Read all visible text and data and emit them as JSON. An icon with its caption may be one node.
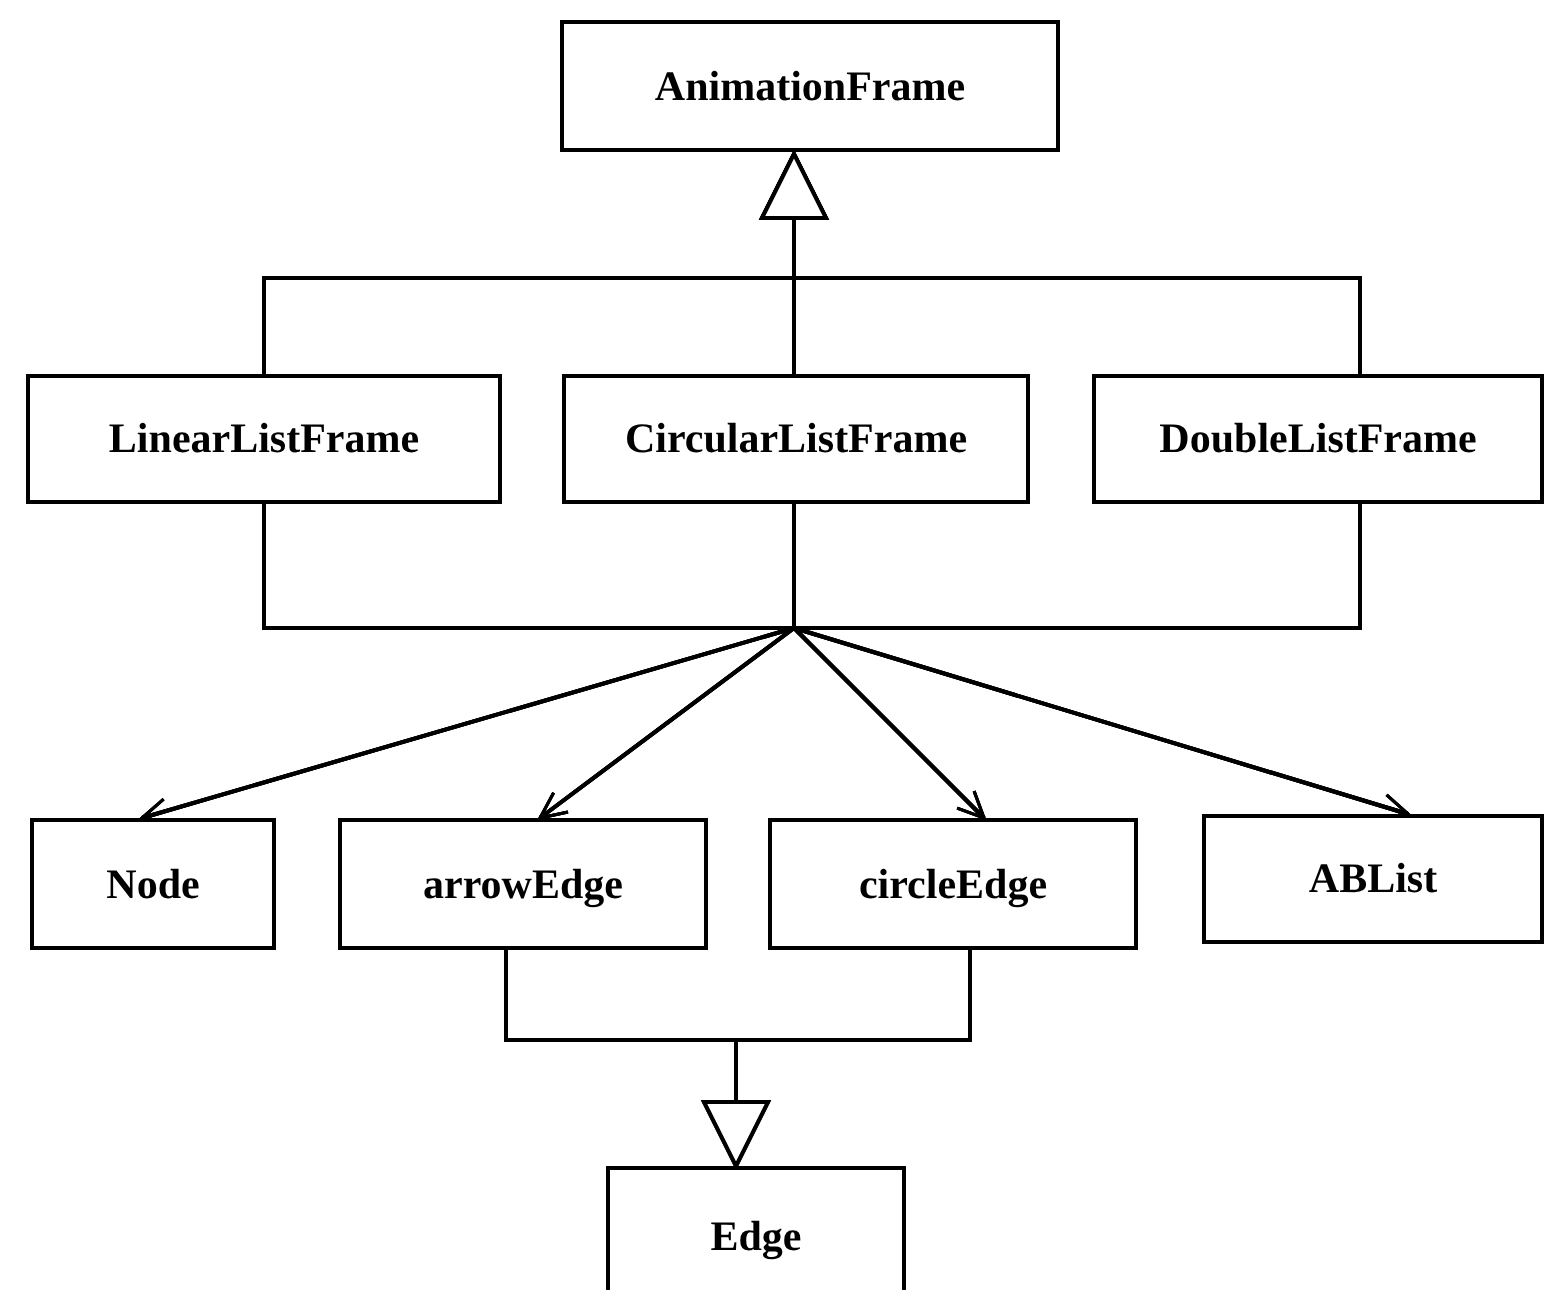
{
  "diagram": {
    "nodes": [
      {
        "text": [
          "AnimationFrame"
        ]
      },
      {
        "text": [
          "LinearListFrame"
        ]
      },
      {
        "text": [
          "CircularListFrame"
        ]
      },
      {
        "text": [
          "DoubleListFrame"
        ]
      },
      {
        "text": [
          "Node"
        ]
      },
      {
        "text": [
          "arrowEdge"
        ]
      },
      {
        "text": [
          "circleEdge"
        ]
      },
      {
        "text": [
          "ABList"
        ]
      },
      {
        "text": [
          "Edge"
        ]
      }
    ],
    "edges": [
      {
        "from": 1,
        "to": 0,
        "arrow": "to"
      },
      {
        "from": 2,
        "to": 0,
        "arrow": "to"
      },
      {
        "from": 3,
        "to": 0,
        "arrow": "to"
      },
      {
        "from": 1,
        "to": 4,
        "arrow": "to"
      },
      {
        "from": 1,
        "to": 5,
        "arrow": "to"
      },
      {
        "from": 1,
        "to": 6,
        "arrow": "to"
      },
      {
        "from": 1,
        "to": 7,
        "arrow": "to"
      },
      {
        "from": 2,
        "to": 4,
        "arrow": "to"
      },
      {
        "from": 2,
        "to": 5,
        "arrow": "to"
      },
      {
        "from": 2,
        "to": 6,
        "arrow": "to"
      },
      {
        "from": 2,
        "to": 7,
        "arrow": "to"
      },
      {
        "from": 3,
        "to": 4,
        "arrow": "to"
      },
      {
        "from": 3,
        "to": 5,
        "arrow": "to"
      },
      {
        "from": 3,
        "to": 6,
        "arrow": "to"
      },
      {
        "from": 3,
        "to": 7,
        "arrow": "to"
      },
      {
        "from": 5,
        "to": 8,
        "arrow": "to"
      },
      {
        "from": 6,
        "to": 8,
        "arrow": "to"
      }
    ]
  }
}
